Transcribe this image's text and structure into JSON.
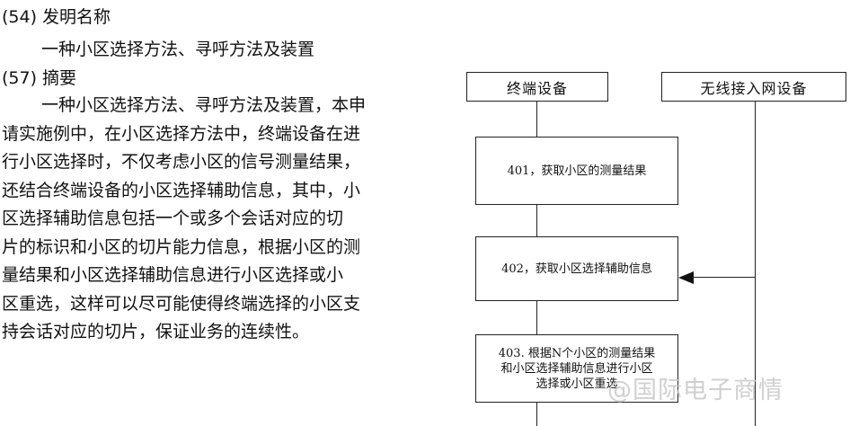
{
  "header_54": {
    "label": "(54) 发明名称",
    "value": "一种小区选择方法、寻呼方法及装置"
  },
  "header_57": {
    "label": "(57) 摘要"
  },
  "abstract_lines": [
    "一种小区选择方法、寻呼方法及装置，本申",
    "请实施例中，在小区选择方法中，终端设备在进",
    "行小区选择时，不仅考虑小区的信号测量结果，",
    "还结合终端设备的小区选择辅助信息，其中，小",
    "区选择辅助信息包括一个或多个会话对应的切",
    "片的标识和小区的切片能力信息，根据小区的测",
    "量结果和小区选择辅助信息进行小区选择或小",
    "区重选，这样可以尽可能使得终端选择的小区支",
    "持会话对应的切片，保证业务的连续性。"
  ],
  "diagram": {
    "lane_left": "终端设备",
    "lane_right": "无线接入网设备",
    "step_401": "401，获取小区的测量结果",
    "step_402": "402，获取小区选择辅助信息",
    "step_403_lines": [
      "403. 根据N个小区的测量结果",
      "和小区选择辅助信息进行小区",
      "选择或小区重选"
    ]
  },
  "watermark": "@国际电子商情"
}
